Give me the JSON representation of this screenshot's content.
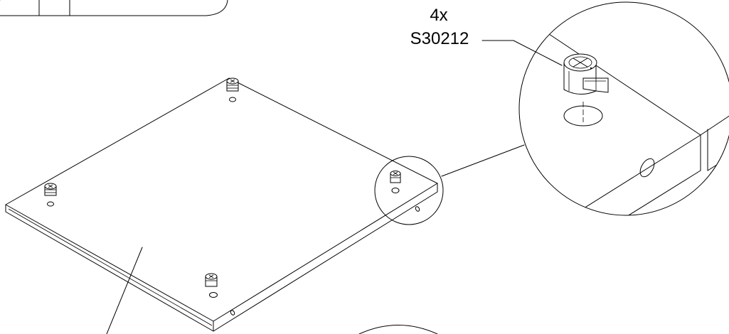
{
  "callout": {
    "quantity": "4x",
    "part_number": "S30212"
  },
  "icons": {
    "panel": "shelf-panel",
    "fitting": "cam-lock-fitting"
  },
  "colors": {
    "ink": "#000000",
    "background": "#ffffff"
  }
}
